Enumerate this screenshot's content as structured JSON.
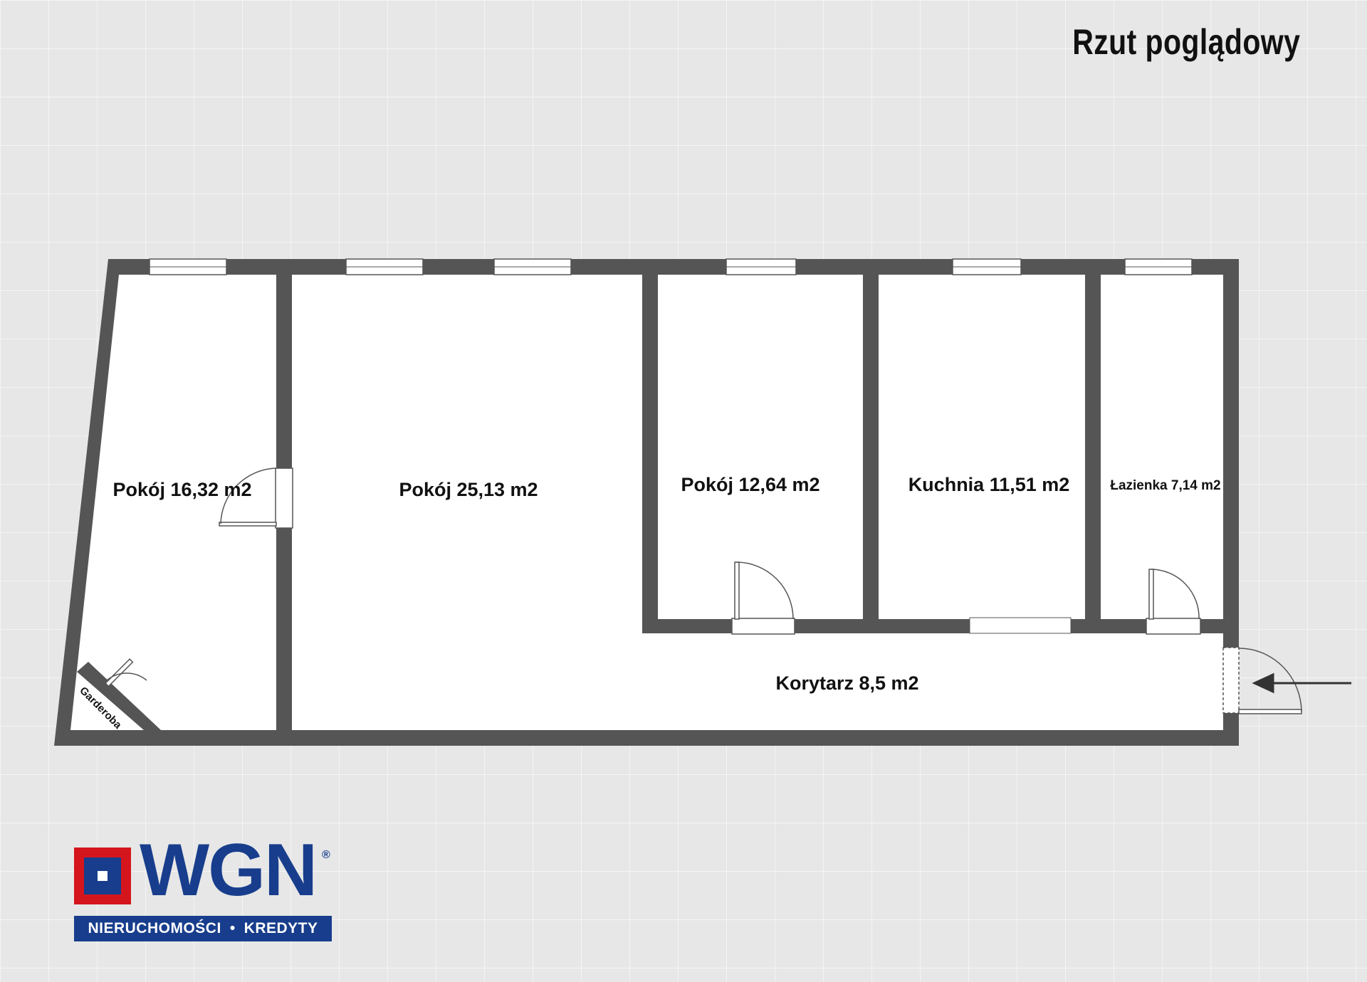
{
  "title": "Rzut poglądowy",
  "rooms": [
    {
      "id": "pokoj-1",
      "label": "Pokój 16,32 m2"
    },
    {
      "id": "pokoj-2",
      "label": "Pokój 25,13 m2"
    },
    {
      "id": "pokoj-3",
      "label": "Pokój 12,64 m2"
    },
    {
      "id": "kuchnia",
      "label": "Kuchnia 11,51 m2"
    },
    {
      "id": "lazienka",
      "label": "Łazienka 7,14 m2"
    },
    {
      "id": "korytarz",
      "label": "Korytarz 8,5 m2"
    },
    {
      "id": "garderoba",
      "label": "Garderoba"
    }
  ],
  "logo": {
    "wordmark": "WGN",
    "registered": "®",
    "tagline_left": "NIERUCHOMOŚCI",
    "tagline_separator": "•",
    "tagline_right": "KREDYTY"
  },
  "colors": {
    "background": "#e7e7e7",
    "wall": "#555555",
    "floor": "#ffffff",
    "logo_blue": "#173d8c",
    "logo_red": "#d4161c"
  }
}
